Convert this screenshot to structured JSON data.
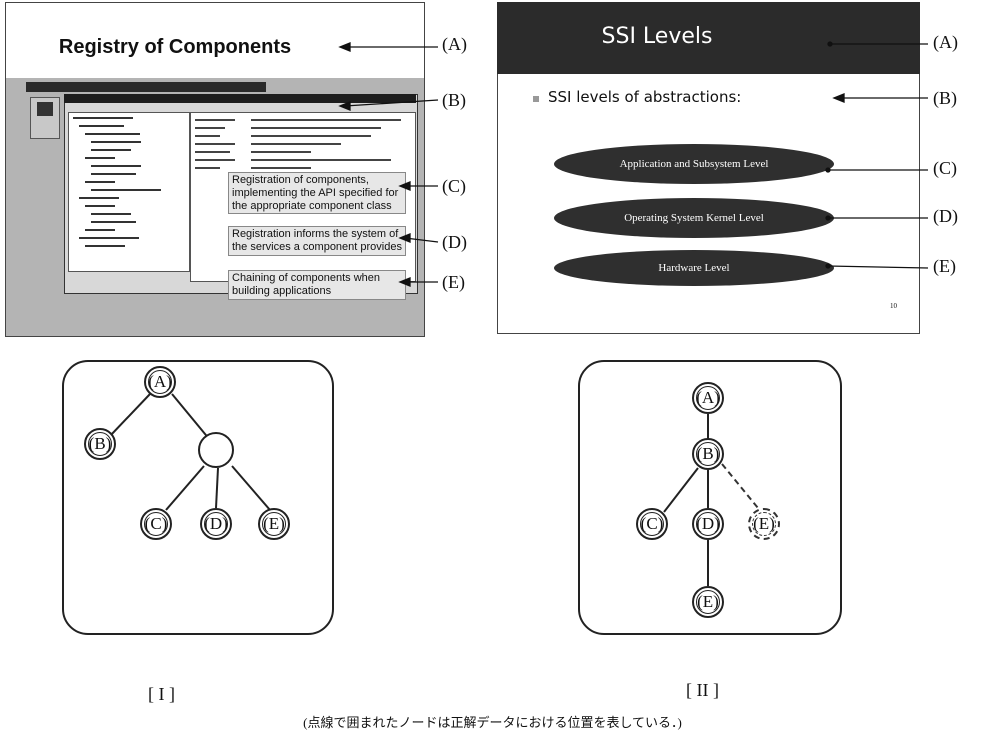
{
  "left_slide": {
    "title": "Registry of Components",
    "callouts": [
      "Registration of components, implementing the API specified for the appropriate component class",
      "Registration informs the system of the services a component provides",
      "Chaining of components when building applications"
    ],
    "tags": [
      "(A)",
      "(B)",
      "(C)",
      "(D)",
      "(E)"
    ]
  },
  "right_slide": {
    "title": "SSI Levels",
    "bullet": "SSI levels of abstractions:",
    "levels": [
      "Application and Subsystem Level",
      "Operating System Kernel Level",
      "Hardware Level"
    ],
    "page_number": "10",
    "tags": [
      "(A)",
      "(B)",
      "(C)",
      "(D)",
      "(E)"
    ]
  },
  "tree_I": {
    "caption": "[ I ]",
    "nodes": [
      "(A)",
      "(B)",
      "(C)",
      "(D)",
      "(E)"
    ]
  },
  "tree_II": {
    "caption": "[ II ]",
    "nodes": [
      "(A)",
      "(B)",
      "(C)",
      "(D)",
      "(E)",
      "(E)"
    ]
  },
  "footnote": "(点線で囲まれたノードは正解データにおける位置を表している．)"
}
